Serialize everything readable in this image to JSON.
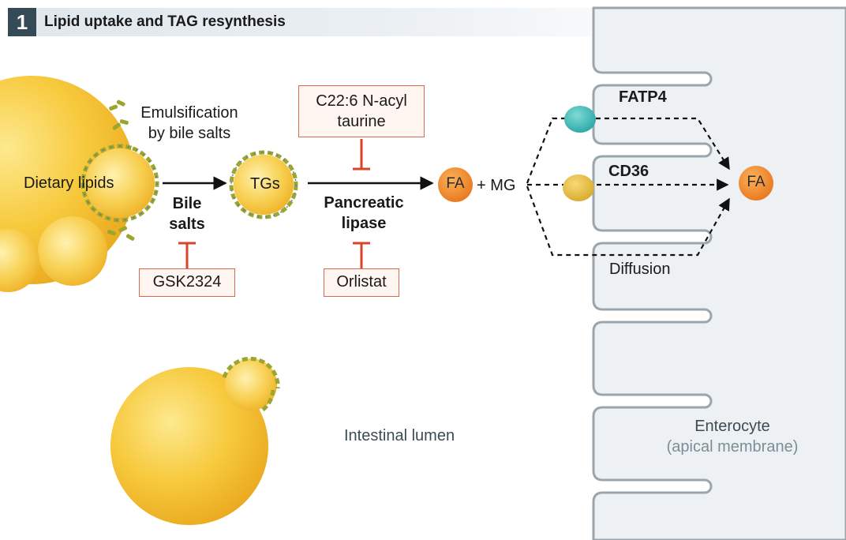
{
  "panel": {
    "number": "1",
    "title": "Lipid uptake and TAG resynthesis"
  },
  "lumen": {
    "dietary_lipids": "Dietary lipids",
    "emulsification_line1": "Emulsification",
    "emulsification_line2": "by bile salts",
    "bile_line1": "Bile",
    "bile_line2": "salts",
    "tgs": "TGs",
    "pancreatic_line1": "Pancreatic",
    "pancreatic_line2": "lipase",
    "fa": "FA",
    "plus_mg": "+ MG",
    "intestinal_lumen": "Intestinal lumen"
  },
  "inhibitors": {
    "gsk": "GSK2324",
    "orlistat": "Orlistat",
    "c22_line1": "C22:6 N-acyl",
    "c22_line2": "taurine"
  },
  "transport": {
    "fatp4": "FATP4",
    "cd36": "CD36",
    "diffusion": "Diffusion",
    "fa_inside": "FA"
  },
  "enterocyte": {
    "line1": "Enterocyte",
    "line2": "(apical membrane)"
  },
  "colors": {
    "header_dark": "#344a57",
    "inhibitor_red": "#d8442a",
    "lipid_yellow": "#f6c83a",
    "fa_orange": "#f08a2c",
    "fatp4_teal": "#3bb8b6",
    "cd36_gold": "#e2b83a",
    "membrane_grey": "#eef1f3"
  }
}
